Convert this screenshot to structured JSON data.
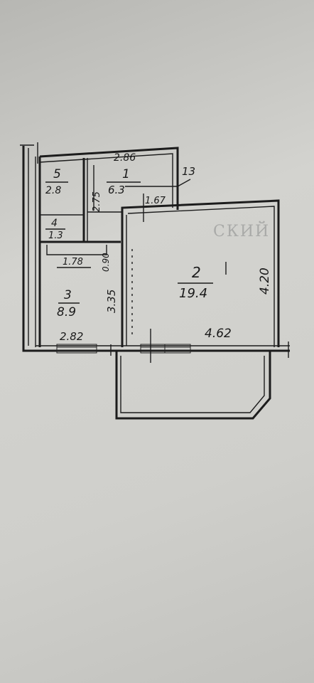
{
  "rooms": [
    {
      "number": "1",
      "area": "6.3"
    },
    {
      "number": "2",
      "area": "19.4"
    },
    {
      "number": "3",
      "area": "8.9"
    },
    {
      "number": "4",
      "area": "1.3"
    },
    {
      "number": "5",
      "area": "2.8"
    }
  ],
  "dimensions": {
    "room1_width": "2.86",
    "room1_depth": "2.75",
    "room2_width": "4.62",
    "room2_depth": "4.20",
    "room3_width": "2.82",
    "room3_depth": "3.35",
    "hall_width": "1.78",
    "hall_depth": "0.90",
    "passage_width": "1.67",
    "callout": "13"
  },
  "colors": {
    "ink": "#1c1c1c",
    "paper": "#cfcfcb"
  }
}
